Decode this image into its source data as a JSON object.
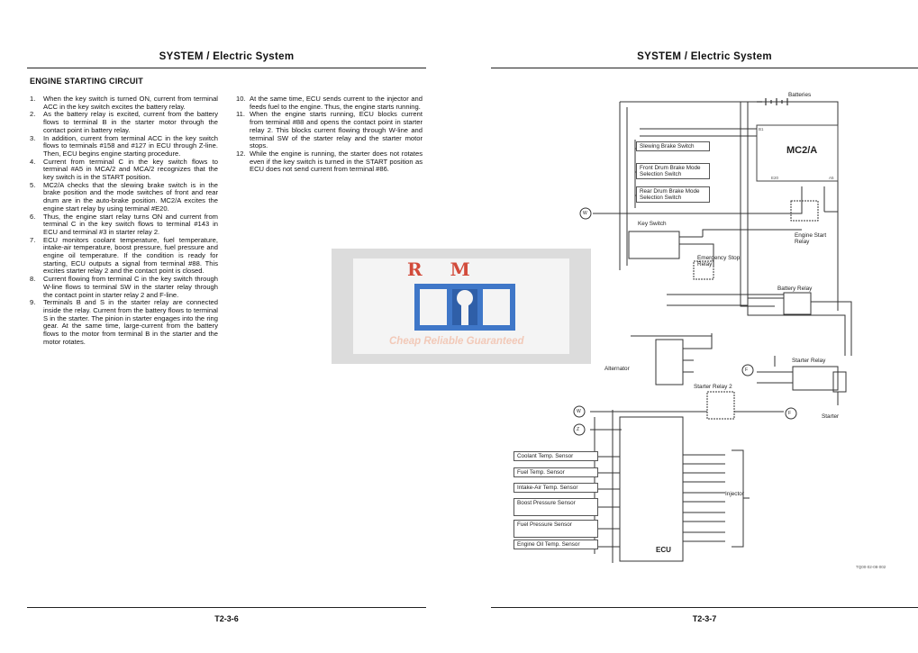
{
  "header": {
    "left_title": "SYSTEM / Electric System",
    "right_title": "SYSTEM / Electric System"
  },
  "section_title": "ENGINE STARTING CIRCUIT",
  "steps_col1": [
    {
      "num": "1.",
      "text": "When the key switch is turned ON, current from terminal ACC in the key switch excites the battery relay."
    },
    {
      "num": "2.",
      "text": "As the battery relay is excited, current from the battery flows to terminal B in the starter motor through the contact point in battery relay."
    },
    {
      "num": "3.",
      "text": "In addition, current from terminal ACC in the key switch flows to terminals #158 and #127 in ECU through Z-line. Then, ECU begins engine starting procedure."
    },
    {
      "num": "4.",
      "text": "Current from terminal C in the key switch flows to terminal #A5 in MCA/2 and MCA/2 recognizes that the key switch is in the START position."
    },
    {
      "num": "5.",
      "text": "MC2/A checks that the slewing brake switch is in the brake position and the mode switches of front and rear drum are in the auto-brake position. MC2/A excites the engine start relay by using terminal #E20."
    },
    {
      "num": "6.",
      "text": "Thus, the engine start relay turns ON and current from terminal C in the key switch flows to terminal #143 in ECU and terminal #3 in starter relay 2."
    },
    {
      "num": "7.",
      "text": "ECU monitors coolant temperature, fuel temperature, intake-air temperature, boost pressure, fuel pressure and engine oil temperature. If the condition is ready for starting, ECU outputs a signal from terminal #88. This excites starter relay 2 and the contact point is closed."
    },
    {
      "num": "8.",
      "text": "Current flowing from terminal C in the key switch through W-line flows to terminal SW in the starter relay through the contact point in starter relay 2 and F-line."
    },
    {
      "num": "9.",
      "text": "Terminals B and S in the starter relay are connected inside the relay. Current from the battery flows to terminal S in the starter. The pinion in starter engages into the ring gear. At the same time, large-current from the battery flows to the motor from terminal B in the starter and the motor rotates."
    }
  ],
  "steps_col2": [
    {
      "num": "10.",
      "text": "At the same time, ECU sends current to the injector and feeds fuel to the engine. Thus, the engine starts running."
    },
    {
      "num": "11.",
      "text": "When the engine starts running, ECU blocks current from terminal #88 and opens the contact point in starter relay 2. This blocks current flowing through W-line and terminal SW of the starter relay and the starter motor stops."
    },
    {
      "num": "12.",
      "text": "While the engine is running, the starter does not rotates even if the key switch is turned in the START position as ECU does not send current from terminal #86."
    }
  ],
  "footer": {
    "left_page": "T2-3-6",
    "right_page": "T2-3-7"
  },
  "watermark": {
    "brand": "R M",
    "tagline": "Cheap Reliable Guaranteed",
    "colors": {
      "brand": "#d24a3a",
      "logo": "#3f77c8",
      "tag": "#f2c9b8"
    }
  },
  "diagram": {
    "batteries": "Batteries",
    "mc2a": "MC2/A",
    "slewing": "Slewing Brake Switch",
    "front_drum": "Front Drum Brake Mode Selection Switch",
    "rear_drum": "Rear Drum Brake Mode Selection Switch",
    "key_switch": "Key Switch",
    "engine_start_relay": "Engine Start Relay",
    "emergency_stop_relay": "Emergency Stop Relay",
    "battery_relay": "Battery Relay",
    "alternator": "Alternator",
    "starter_relay": "Starter Relay",
    "starter_relay2": "Starter Relay 2",
    "starter": "Starter",
    "injector": "Injector",
    "ecu": "ECU",
    "sensors": [
      "Coolant Temp. Sensor",
      "Fuel Temp. Sensor",
      "Intake-Air Temp. Sensor",
      "Boost Pressure Sensor",
      "Fuel Pressure Sensor",
      "Engine Oil Temp. Sensor"
    ],
    "line_w": "W",
    "line_z": "Z",
    "line_f": "F",
    "term_b1": "B1",
    "term_a5": "A5",
    "term_e20": "E20",
    "fig_code": "TQ00-02-08-002"
  }
}
